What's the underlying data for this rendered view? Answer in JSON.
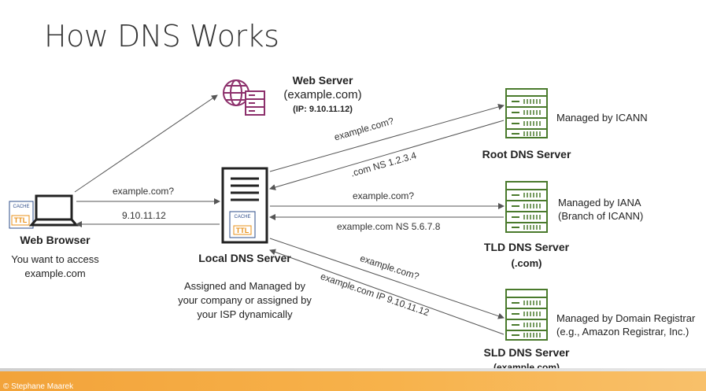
{
  "title": "How DNS Works",
  "web_server": {
    "title": "Web Server",
    "domain": "(example.com)",
    "ip": "(IP: 9.10.11.12)"
  },
  "root_dns": {
    "title": "Root DNS Server",
    "managed": "Managed by ICANN"
  },
  "tld_dns": {
    "title": "TLD DNS Server",
    "subtitle": "(.com)",
    "managed_line1": "Managed by IANA",
    "managed_line2": "(Branch of ICANN)"
  },
  "sld_dns": {
    "title": "SLD DNS Server",
    "subtitle": "(example.com)",
    "managed_line1": "Managed by Domain Registrar",
    "managed_line2": "(e.g., Amazon Registrar, Inc.)"
  },
  "web_browser": {
    "title": "Web Browser",
    "desc_line1": "You want to access",
    "desc_line2": "example.com",
    "cache_label": "CACHE",
    "ttl_label": "TTL"
  },
  "local_dns": {
    "title": "Local DNS Server",
    "desc_line1": "Assigned and Managed by",
    "desc_line2": "your company or assigned by",
    "desc_line3": "your ISP dynamically",
    "cache_label": "CACHE",
    "ttl_label": "TTL"
  },
  "edges": {
    "browser_query": "example.com?",
    "browser_answer": "9.10.11.12",
    "root_query": "example.com?",
    "root_answer": ".com NS 1.2.3.4",
    "tld_query": "example.com?",
    "tld_answer": "example.com NS 5.6.7.8",
    "sld_query": "example.com?",
    "sld_answer": "example.com IP 9.10.11.12"
  },
  "colors": {
    "server_green": "#4a7a2c",
    "web_server_purple": "#8c2f6b",
    "ttl_orange": "#e8901a",
    "cache_blue": "#2e4c8a",
    "footer_orange": "#f2a33a"
  },
  "copyright": "© Stephane Maarek"
}
